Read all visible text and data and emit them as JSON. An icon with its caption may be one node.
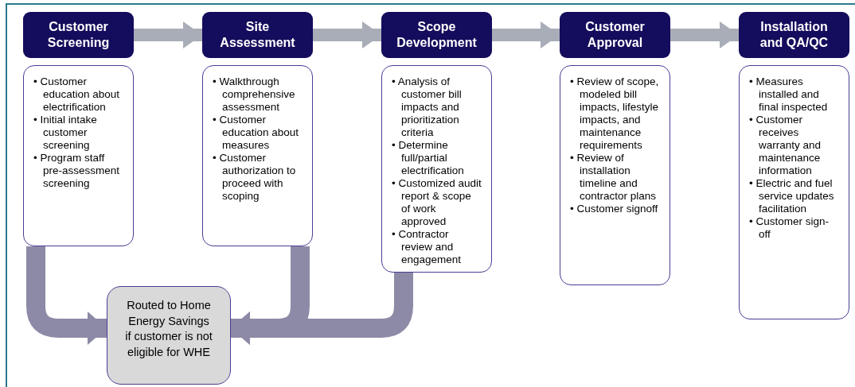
{
  "diagram": {
    "nodes": [
      {
        "text": [
          "Customer Screening"
        ]
      },
      {
        "text": [
          "Site Assessment"
        ]
      },
      {
        "text": [
          "Scope Development"
        ]
      },
      {
        "text": [
          "Customer Approval"
        ]
      },
      {
        "text": [
          "Installation and QA/QC"
        ]
      },
      {
        "text": [
          "• Customer education about electrification",
          "• Initial intake customer screening",
          "• Program staff pre-assessment screening"
        ]
      },
      {
        "text": [
          "• Walkthrough comprehensive assessment",
          "• Customer education about measures",
          "• Customer authorization to proceed with scoping"
        ]
      },
      {
        "text": [
          "• Analysis of customer bill impacts and prioritization criteria",
          "• Determine full/partial electrification",
          "• Customized audit report & scope of work approved",
          "• Contractor review and engagement"
        ]
      },
      {
        "text": [
          "• Review of scope, modeled bill impacts, lifestyle impacts, and maintenance requirements",
          "• Review of installation timeline and contractor plans",
          "• Customer signoff"
        ]
      },
      {
        "text": [
          "• Measures installed and final inspected",
          "• Customer receives warranty and maintenance information",
          "• Electric and fuel service updates facilitation",
          "• Customer sign-off"
        ]
      },
      {
        "text": [
          "Routed to Home Energy Savings if customer is not eligible for WHE"
        ]
      }
    ],
    "edges": [
      {
        "from": 0,
        "to": 1,
        "arrow": "to"
      },
      {
        "from": 1,
        "to": 2,
        "arrow": "to"
      },
      {
        "from": 2,
        "to": 3,
        "arrow": "to"
      },
      {
        "from": 3,
        "to": 4,
        "arrow": "to"
      },
      {
        "from": 5,
        "to": 10,
        "arrow": "to",
        "color": "#8c8aa6"
      },
      {
        "from": 6,
        "to": 10,
        "arrow": "to",
        "color": "#8c8aa6"
      },
      {
        "from": 7,
        "to": 10,
        "arrow": "to",
        "color": "#8c8aa6"
      }
    ]
  }
}
